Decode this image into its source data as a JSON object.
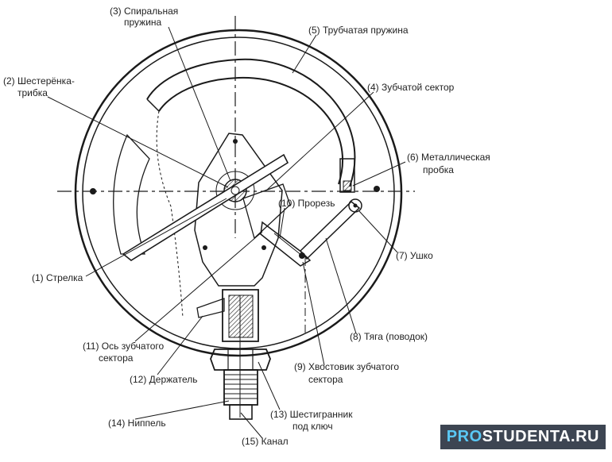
{
  "labels": {
    "spiral_spring_1": "(3) Спиральная",
    "spiral_spring_2": "пружина",
    "tube_spring": "(5) Трубчатая пружина",
    "pinion_1": "(2) Шестерёнка-",
    "pinion_2": "трибка",
    "toothed_sector": "(4) Зубчатой сектор",
    "metal_plug_1": "(6) Металлическая",
    "metal_plug_2": "пробка",
    "slot": "(10) Прорезь",
    "arrow": "(1) Стрелка",
    "eyelet": "(7) Ушко",
    "sector_axis_1": "(11) Ось зубчатого",
    "sector_axis_2": "сектора",
    "rod": "(8) Тяга (поводок)",
    "holder": "(12) Держатель",
    "sector_tail_1": "(9) Хвостовик зубчатого",
    "sector_tail_2": "сектора",
    "hexagon_1": "(13) Шестигранник",
    "hexagon_2": "под ключ",
    "nipple": "(14) Ниппель",
    "channel": "(15) Канал"
  },
  "brand": {
    "part1": "PRO",
    "part2": "STUDENTA.RU"
  },
  "colors": {
    "line": "#1a1a1a",
    "brand_bg": "#3d4552",
    "brand_accent": "#5ac8f5"
  }
}
